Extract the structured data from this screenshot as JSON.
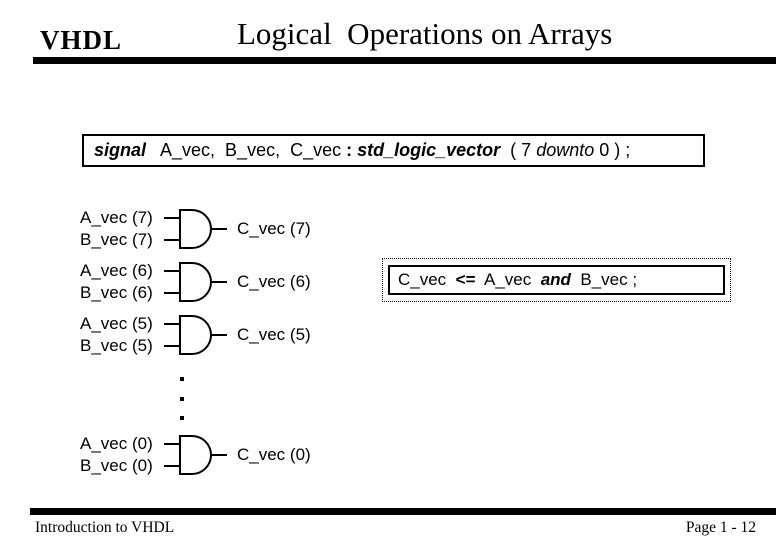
{
  "header": {
    "logo": "VHDL",
    "title": "Logical  Operations on Arrays"
  },
  "declaration": {
    "parts": [
      {
        "t": "signal",
        "s": "bi"
      },
      {
        "t": "   A_vec,  B_vec,  C_vec ",
        "s": ""
      },
      {
        "t": ": ",
        "s": "b"
      },
      {
        "t": "std_logic_vector",
        "s": "bi"
      },
      {
        "t": "  ( 7 ",
        "s": ""
      },
      {
        "t": "downto",
        "s": "i"
      },
      {
        "t": " 0 ) ;",
        "s": ""
      }
    ]
  },
  "diagram": {
    "gate_type": "and-gate",
    "rows": [
      {
        "a": "A_vec (7)",
        "b": "B_vec (7)",
        "c": "C_vec (7)"
      },
      {
        "a": "A_vec (6)",
        "b": "B_vec (6)",
        "c": "C_vec (6)"
      },
      {
        "a": "A_vec (5)",
        "b": "B_vec (5)",
        "c": "C_vec (5)"
      },
      {
        "a": "A_vec (0)",
        "b": "B_vec (0)",
        "c": "C_vec (0)"
      }
    ],
    "ellipsis_dot_count": 3
  },
  "code_box": {
    "parts": [
      {
        "t": "C_vec  ",
        "s": ""
      },
      {
        "t": "<=",
        "s": "b"
      },
      {
        "t": "  A_vec  ",
        "s": ""
      },
      {
        "t": "and",
        "s": "bi"
      },
      {
        "t": "  B_vec ;",
        "s": ""
      }
    ]
  },
  "footer": {
    "left": "Introduction to VHDL",
    "right": "Page 1 - 12"
  },
  "colors": {
    "foreground": "#000000",
    "background": "#ffffff"
  }
}
